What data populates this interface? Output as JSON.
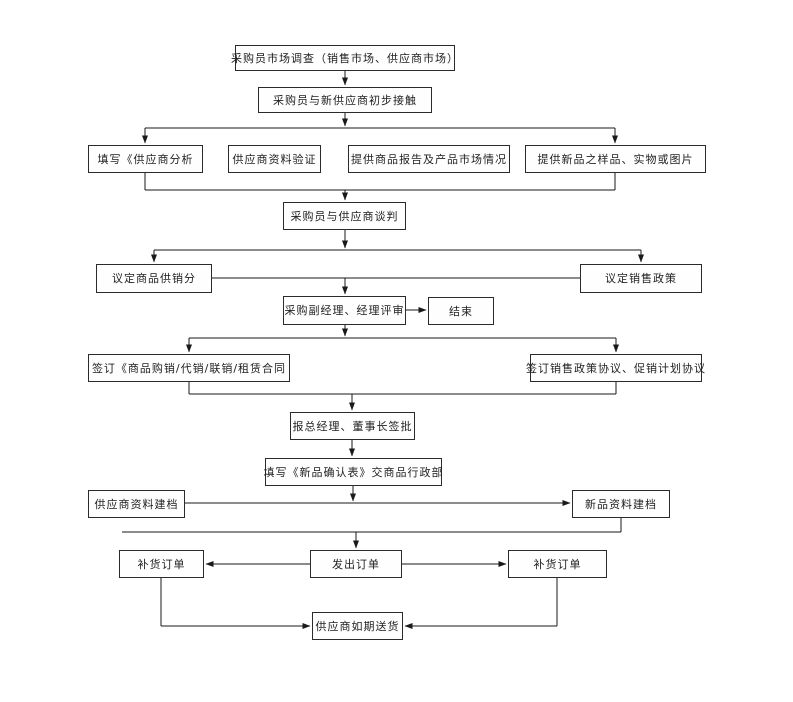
{
  "page": {
    "background": "#ffffff",
    "line_color": "#1a1a1a",
    "box_border_color": "#2b2b2b"
  },
  "diagram": {
    "type": "flowchart",
    "nodes": [
      {
        "id": "market-survey",
        "label": "采购员市场调查（销售市场、供应商市场）"
      },
      {
        "id": "initial-contact",
        "label": "采购员与新供应商初步接触"
      },
      {
        "id": "supplier-analysis",
        "label": "填写《供应商分析"
      },
      {
        "id": "supplier-verify",
        "label": "供应商资料验证"
      },
      {
        "id": "product-report",
        "label": "提供商品报告及产品市场情况"
      },
      {
        "id": "new-samples",
        "label": "提供新品之样品、实物或图片"
      },
      {
        "id": "negotiation",
        "label": "采购员与供应商谈判"
      },
      {
        "id": "agree-supply",
        "label": "议定商品供销分"
      },
      {
        "id": "agree-sales-policy",
        "label": "议定销售政策"
      },
      {
        "id": "manager-review",
        "label": "采购副经理、经理评审"
      },
      {
        "id": "end",
        "label": "结束"
      },
      {
        "id": "sign-contract",
        "label": "签订《商品购销/代销/联销/租赁合同"
      },
      {
        "id": "sign-policy",
        "label": "签订销售政策协议、促销计划协议"
      },
      {
        "id": "gm-approval",
        "label": "报总经理、董事长签批"
      },
      {
        "id": "new-item-form",
        "label": "填写《新品确认表》交商品行政部"
      },
      {
        "id": "supplier-archive",
        "label": "供应商资料建档"
      },
      {
        "id": "new-item-archive",
        "label": "新品资料建档"
      },
      {
        "id": "replenish-order-left",
        "label": "补货订单"
      },
      {
        "id": "issue-order",
        "label": "发出订单"
      },
      {
        "id": "replenish-order-right",
        "label": "补货订单"
      },
      {
        "id": "on-time-delivery",
        "label": "供应商如期送货"
      }
    ]
  }
}
